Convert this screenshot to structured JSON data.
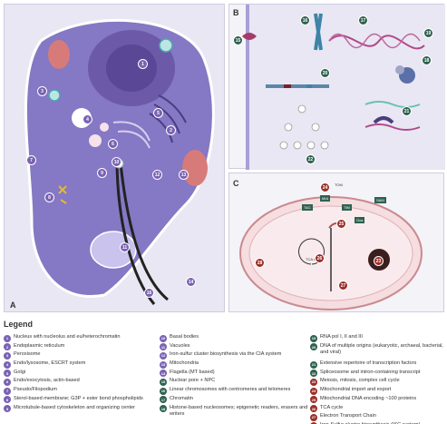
{
  "panels": {
    "a_label": "A",
    "b_label": "B",
    "c_label": "C"
  },
  "panel_a": {
    "markers": [
      "1",
      "2",
      "3",
      "4",
      "5",
      "6",
      "7",
      "8",
      "9",
      "10",
      "11",
      "12",
      "13",
      "14"
    ],
    "extra_marker": "16"
  },
  "panel_b": {
    "markers": [
      "15",
      "16",
      "17",
      "18",
      "19",
      "20",
      "21",
      "22"
    ]
  },
  "panel_c": {
    "markers": [
      "24",
      "25",
      "26",
      "27",
      "28",
      "23"
    ],
    "labels": {
      "tom": "TOM",
      "tim": "TIM",
      "mia": "MIA",
      "sam": "SAM",
      "tac": "TAC",
      "oxa": "Oxa",
      "tca": "TCA Cycle"
    }
  },
  "legend": {
    "title": "Legend",
    "columns": [
      [
        {
          "n": "1",
          "color": "purple",
          "text": "Nucleus with nucleolus and eu/heterochromatin"
        },
        {
          "n": "2",
          "color": "purple",
          "text": "Endoplasmic reticulum"
        },
        {
          "n": "3",
          "color": "purple",
          "text": "Peroxisome"
        },
        {
          "n": "4",
          "color": "purple",
          "text": "Endo/lysosome, ESCRT system"
        },
        {
          "n": "5",
          "color": "purple",
          "text": "Golgi"
        },
        {
          "n": "6",
          "color": "purple",
          "text": "Endo/exocytosis, actin-based"
        },
        {
          "n": "7",
          "color": "purple",
          "text": "Pseudo/Filopodium"
        },
        {
          "n": "8",
          "color": "purple",
          "text": "Sterol-based membrane; G3P + ester bond phospholipids"
        },
        {
          "n": "9",
          "color": "purple",
          "text": "Microtubule-based cytoskeleton and organizing center"
        }
      ],
      [
        {
          "n": "10",
          "color": "purple",
          "text": "Basal bodies"
        },
        {
          "n": "11",
          "color": "purple",
          "text": "Vacuoles"
        },
        {
          "n": "12",
          "color": "purple",
          "text": "Iron-sulfur cluster biosynthesis via the CIA system"
        },
        {
          "n": "13",
          "color": "purple",
          "text": "Mitochondria"
        },
        {
          "n": "14",
          "color": "purple",
          "text": "Flagella (MT based)"
        },
        {
          "n": "15",
          "color": "green",
          "text": "Nuclear pore + NPC"
        },
        {
          "n": "16",
          "color": "green",
          "text": "Linear chromosomes with centromeres and telomeres"
        },
        {
          "n": "17",
          "color": "green",
          "text": "Chromatin"
        },
        {
          "n": "18",
          "color": "green",
          "text": "Histone-based nucleosomes; epigenetic readers, erasers and writers",
          "two": true
        }
      ],
      [
        {
          "n": "19",
          "color": "green",
          "text": "RNA pol I, II and III"
        },
        {
          "n": "20",
          "color": "green",
          "text": "DNA of multiple origins (eukaryotic, archaeal, bacterial, and viral)",
          "two": true
        },
        {
          "n": "21",
          "color": "green",
          "text": "Extensive repertoire of transcription factors"
        },
        {
          "n": "22",
          "color": "green",
          "text": "Spliceosome and intron-containing transcript"
        },
        {
          "n": "23",
          "color": "red",
          "text": "Meiosis, mitosis, complex cell cycle"
        },
        {
          "n": "24",
          "color": "red",
          "text": "Mitochondrial import and export"
        },
        {
          "n": "25",
          "color": "red",
          "text": "Mitochondrial DNA encoding ~100 proteins"
        },
        {
          "n": "26",
          "color": "red",
          "text": "TCA cycle"
        },
        {
          "n": "27",
          "color": "red",
          "text": "Electron Transport Chain"
        },
        {
          "n": "28",
          "color": "red",
          "text": "Iron-Sulfur cluster biosynthesis (ISC system)"
        }
      ]
    ]
  },
  "colors": {
    "purple": "#7a62b3",
    "green": "#2f6150",
    "red": "#9b2f28",
    "panel_bg": "#e9e7f3",
    "cell_fill": "#8578c4",
    "mito_fill": "#f5dde0"
  }
}
